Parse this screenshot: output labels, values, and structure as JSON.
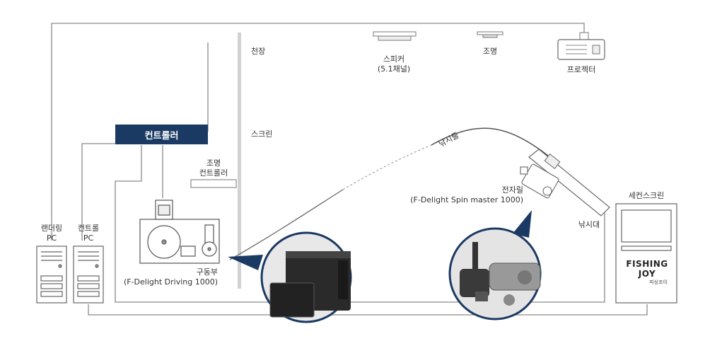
{
  "labels": {
    "ceiling": "천장",
    "speaker": "스피커",
    "speaker_sub": "(5.1채널)",
    "lighting": "조명",
    "projector": "프로젝터",
    "screen": "스크린",
    "controller": "컨트롤러",
    "light_controller_1": "조명",
    "light_controller_2": "컨트롤러",
    "fishing_line": "낚시줄",
    "reel": "전자릴",
    "reel_model": "(F-Delight Spin master 1000)",
    "rod": "낚시대",
    "second_screen": "세컨스크린",
    "landing_pc_1": "랜더링",
    "landing_pc_2": "PC",
    "control_pc_1": "컨트롤",
    "control_pc_2": "PC",
    "drive_unit": "구동부",
    "drive_model": "(F-Delight Driving 1000)"
  },
  "brand": {
    "logo_text": "FISHING JOY",
    "logo_sub": "피싱조이"
  },
  "colors": {
    "controller_bg": "#1b3a63",
    "line": "#8a8a8a",
    "wall": "#cccccc"
  }
}
